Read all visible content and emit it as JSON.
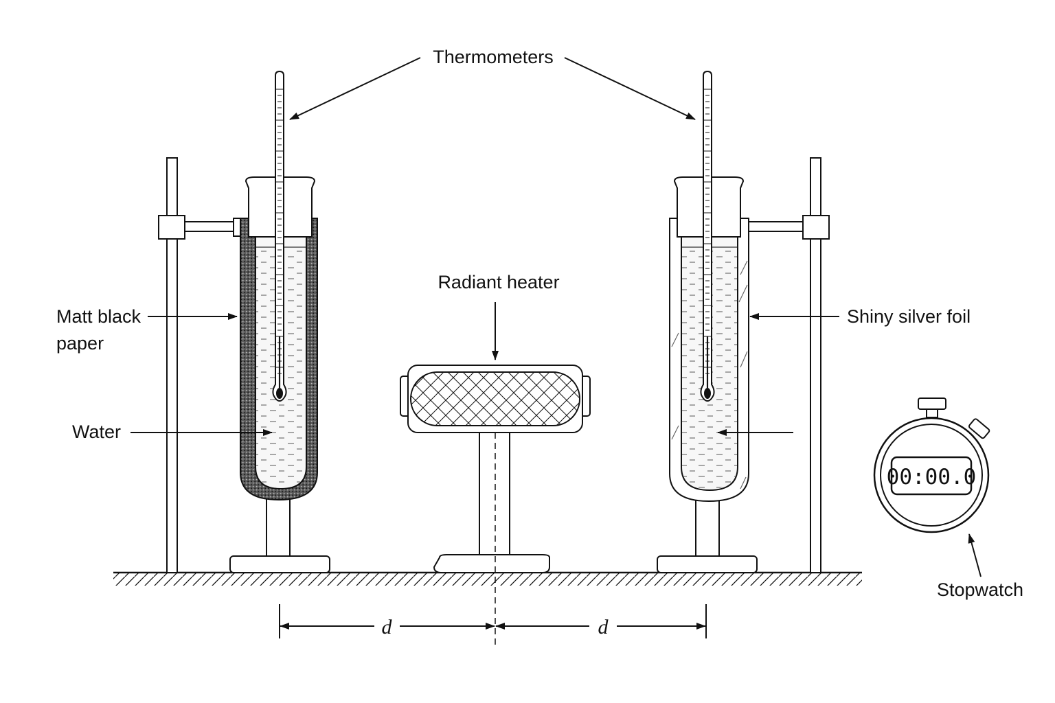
{
  "labels": {
    "thermometers": "Thermometers",
    "radiant_heater": "Radiant heater",
    "matt_black_line1": "Matt black",
    "matt_black_line2": "paper",
    "water": "Water",
    "shiny_silver_foil": "Shiny silver foil",
    "stopwatch": "Stopwatch",
    "distance_left": "d",
    "distance_right": "d"
  },
  "stopwatch_display": "00:00.0",
  "colors": {
    "ink": "#111111",
    "water_fill": "#f7f7f7",
    "black_paper": "#3a3a3a",
    "background": "#ffffff"
  }
}
